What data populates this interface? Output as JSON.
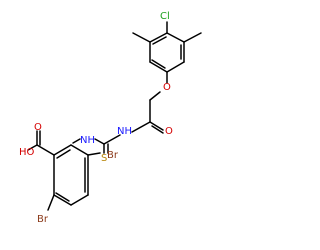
{
  "molecule": {
    "atoms": {
      "cl": "Cl",
      "o_ether": "O",
      "o_amide": "O",
      "nh_amide": "NH",
      "s": "S",
      "nh_aryl": "NH",
      "hoooc": "HO",
      "o_acid": "O",
      "br_top": "Br",
      "br_bottom": "Br"
    },
    "colors": {
      "bond": "#000000",
      "oxygen": "#d40000",
      "nitrogen": "#1a1aff",
      "sulfur": "#b8860b",
      "chlorine": "#1fa01f",
      "bromine": "#8b3a1a"
    }
  }
}
